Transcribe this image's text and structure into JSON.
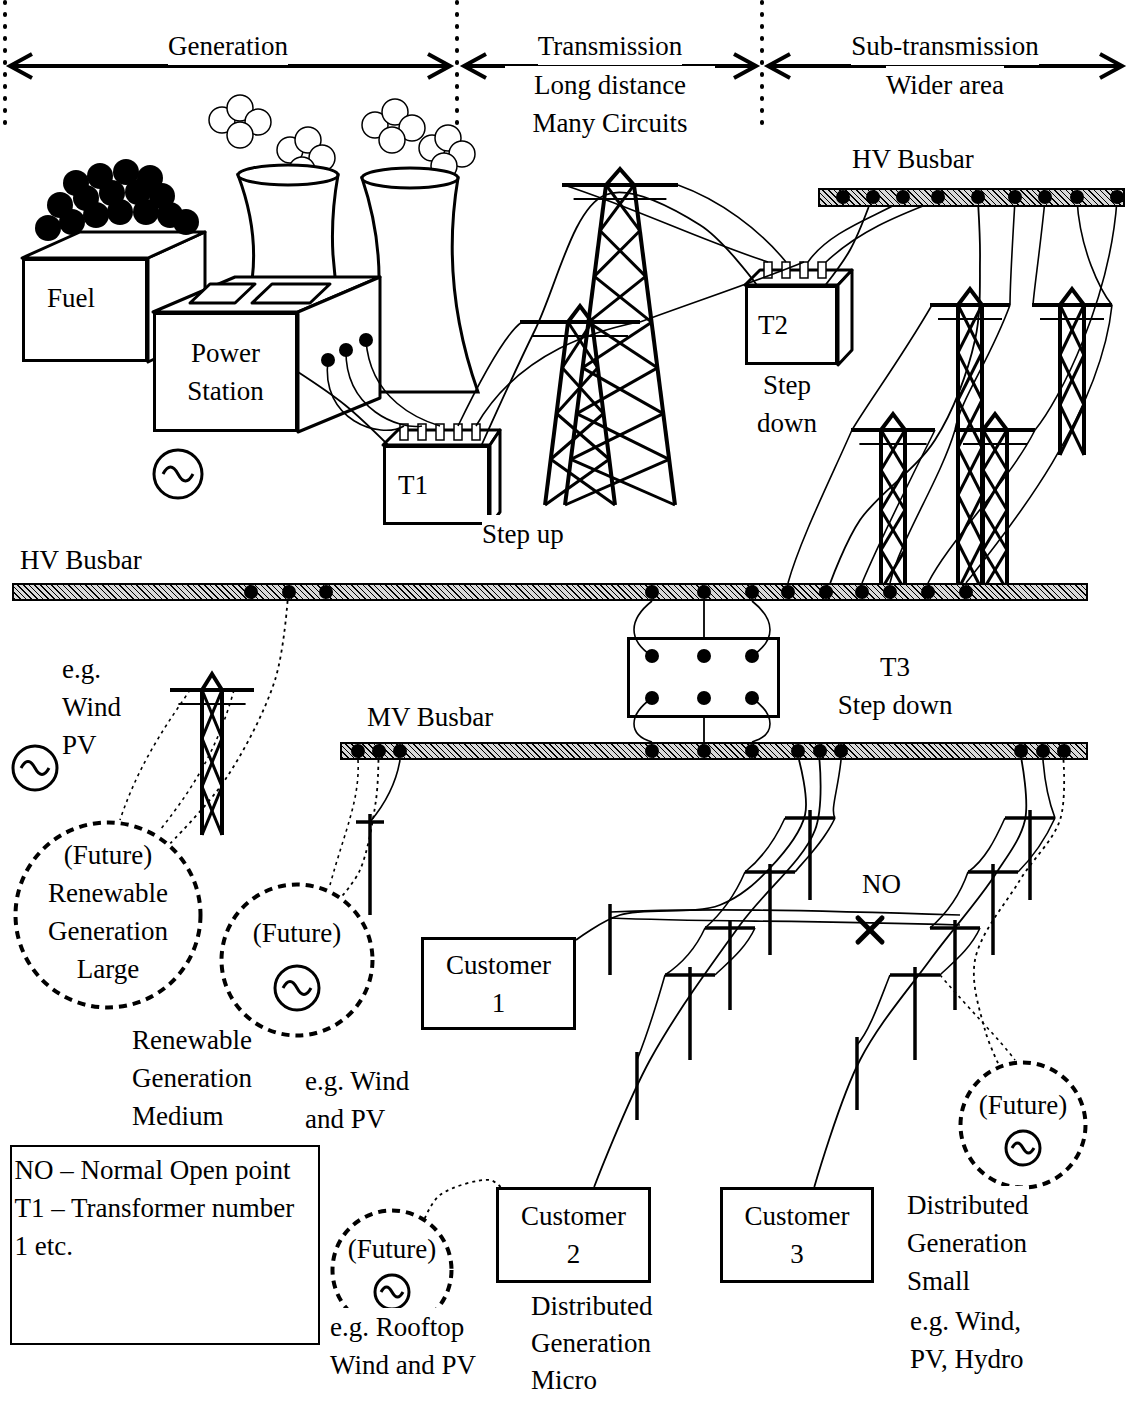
{
  "diagram": {
    "nodes": [
      {
        "text": [
          "Fuel"
        ]
      },
      {
        "text": [
          "Power Station"
        ]
      },
      {
        "text": [
          "T1"
        ]
      },
      {
        "text": [
          "T2"
        ]
      },
      {
        "text": [
          "HV Busbar"
        ]
      },
      {
        "text": [
          "HV Busbar"
        ]
      },
      {
        "text": [
          "T3",
          "Step down"
        ]
      },
      {
        "text": [
          "MV Busbar"
        ]
      },
      {
        "text": [
          "(Future)",
          "Renewable Generation Large"
        ]
      },
      {
        "text": [
          "(Future)"
        ]
      },
      {
        "text": [
          "Customer 1"
        ]
      },
      {
        "text": [
          "(Future)"
        ]
      },
      {
        "text": [
          "NO – Normal Open point",
          "T1 – Transformer number 1 etc."
        ]
      },
      {
        "text": [
          "(Future)"
        ]
      },
      {
        "text": [
          "Customer 2"
        ]
      },
      {
        "text": [
          "Customer 3"
        ]
      }
    ],
    "edges": [
      {
        "from": 1,
        "to": 2,
        "arrow": "none"
      },
      {
        "from": 2,
        "to": 3,
        "arrow": "none"
      },
      {
        "from": 3,
        "to": 4,
        "arrow": "none"
      },
      {
        "from": 4,
        "to": 5,
        "arrow": "none"
      },
      {
        "from": 5,
        "to": 6,
        "arrow": "none"
      },
      {
        "from": 6,
        "to": 7,
        "arrow": "none"
      },
      {
        "from": 5,
        "to": 8,
        "arrow": "none"
      },
      {
        "from": 7,
        "to": 9,
        "arrow": "none"
      },
      {
        "from": 7,
        "to": 10,
        "arrow": "none"
      },
      {
        "from": 7,
        "to": 14,
        "arrow": "none"
      },
      {
        "from": 7,
        "to": 15,
        "arrow": "none"
      },
      {
        "from": 14,
        "to": 13,
        "arrow": "none"
      },
      {
        "from": 7,
        "to": 11,
        "arrow": "none"
      }
    ],
    "labels": [
      "Generation",
      "Transmission",
      "Long distance Many Circuits",
      "Sub-transmission",
      "Wider area",
      "Step up",
      "Step down",
      "e.g. Wind PV",
      "NO",
      "Renewable Generation Medium",
      "e.g. Wind and PV",
      "Distributed Generation Small",
      "e.g. Wind, PV, Hydro",
      "e.g. Rooftop Wind and PV",
      "Distributed Generation Micro"
    ]
  }
}
